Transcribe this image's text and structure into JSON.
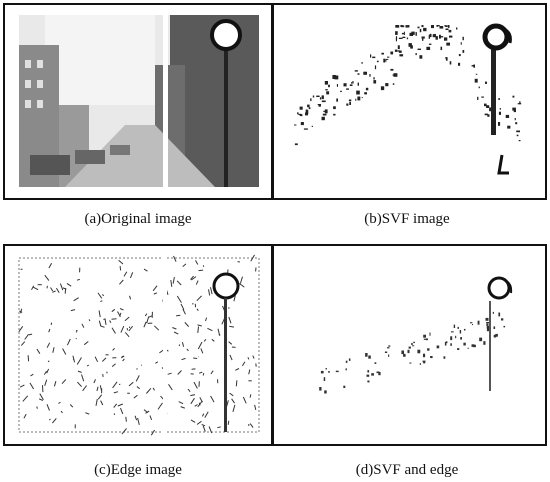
{
  "figure": {
    "panels": [
      {
        "id": "a",
        "caption": "(a)Original image"
      },
      {
        "id": "b",
        "caption": "(b)SVF image"
      },
      {
        "id": "c",
        "caption": "(c)Edge image"
      },
      {
        "id": "d",
        "caption": "(d)SVF and edge"
      }
    ]
  }
}
